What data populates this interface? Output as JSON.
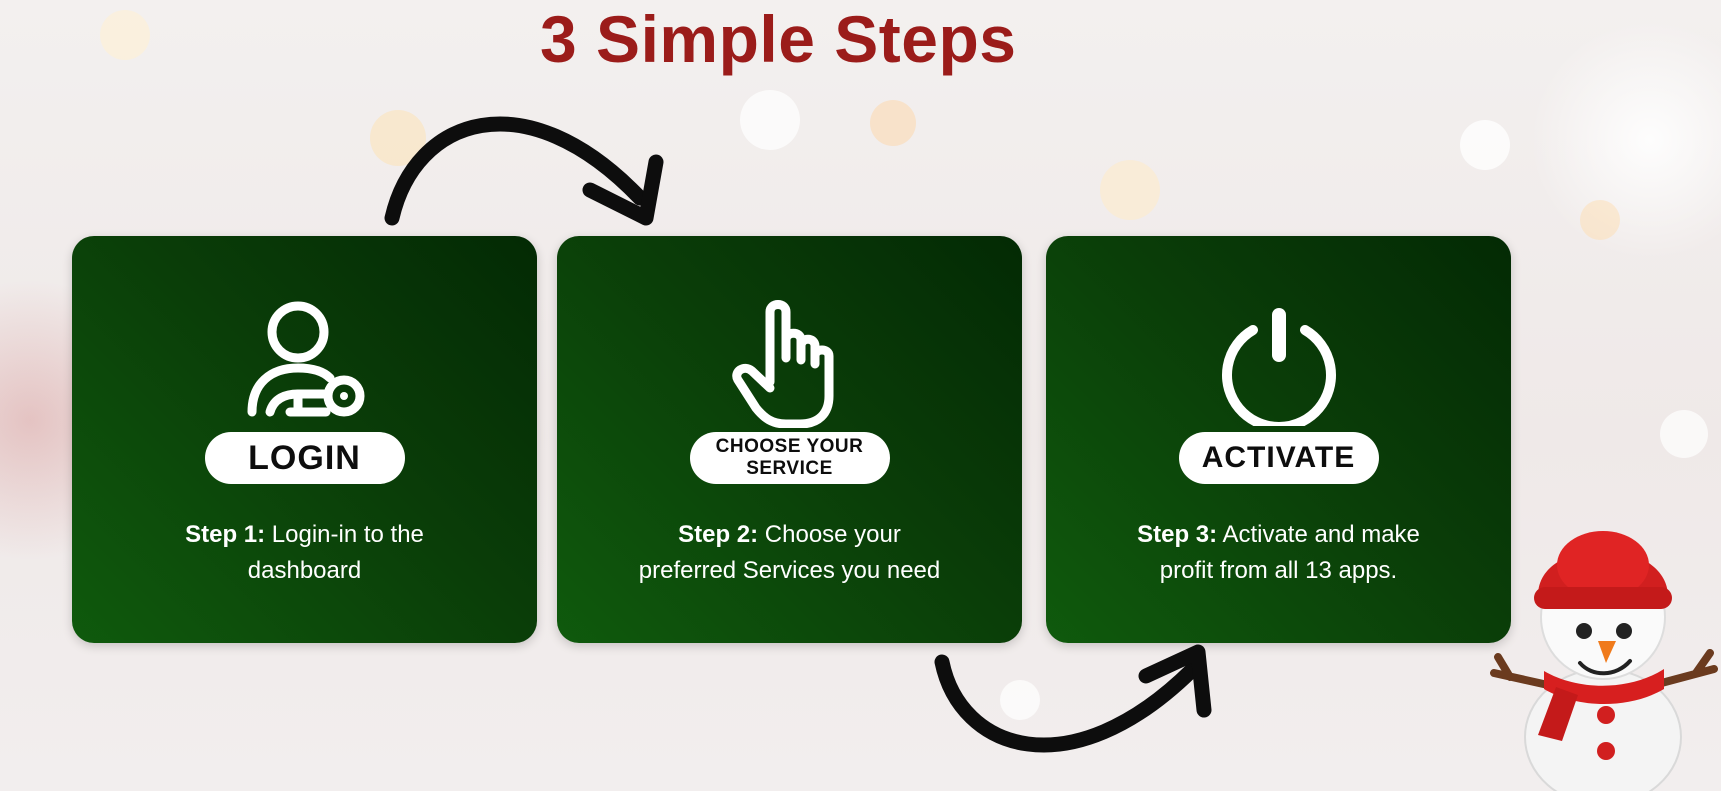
{
  "title": "3 Simple Steps",
  "colors": {
    "title": "#9b1c1a",
    "card_dark": "#032a04",
    "card_light": "#0f5a0d",
    "pill": "#ffffff",
    "arrow": "#0d0d0d"
  },
  "steps": [
    {
      "icon": "user-key-icon",
      "badge": "LOGIN",
      "step_label": "Step 1:",
      "text_line1": " Login-in to the",
      "text_line2": "dashboard"
    },
    {
      "icon": "pointing-hand-icon",
      "badge_line1": "CHOOSE YOUR",
      "badge_line2": "SERVICE",
      "step_label": "Step 2:",
      "text_line1": " Choose your",
      "text_line2": "preferred Services you need"
    },
    {
      "icon": "power-icon",
      "badge": "ACTIVATE",
      "step_label": "Step 3:",
      "text_line1": " Activate and make",
      "text_line2": "profit from all 13 apps."
    }
  ],
  "decorations": [
    "curved-arrow-icon",
    "curved-arrow-icon",
    "snowman-icon"
  ]
}
